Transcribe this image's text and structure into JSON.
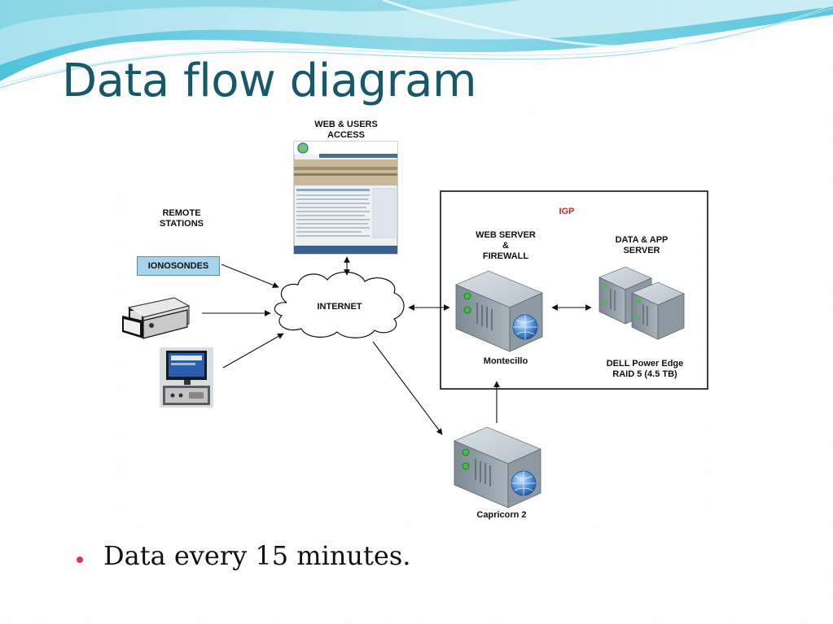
{
  "slide": {
    "title": "Data flow diagram",
    "bullets": [
      "Data every 15 minutes."
    ]
  },
  "diagram": {
    "web_access_label": "WEB & USERS\nACCESS",
    "remote_stations_label": "REMOTE\nSTATIONS",
    "ionosondes_label": "IONOSONDES",
    "internet_label": "INTERNET",
    "igp_label": "IGP",
    "web_server_label": "WEB SERVER\n&\nFIREWALL",
    "data_server_label": "DATA & APP\nSERVER",
    "montecillo_label": "Montecillo",
    "dell_label": "DELL Power Edge\nRAID 5 (4.5 TB)",
    "capricorn_label": "Capricorn 2"
  },
  "colors": {
    "title": "#17586b",
    "bullet": "#d5336a",
    "igp": "#e0201b",
    "ionosondes_box": "#a9d3ea"
  }
}
